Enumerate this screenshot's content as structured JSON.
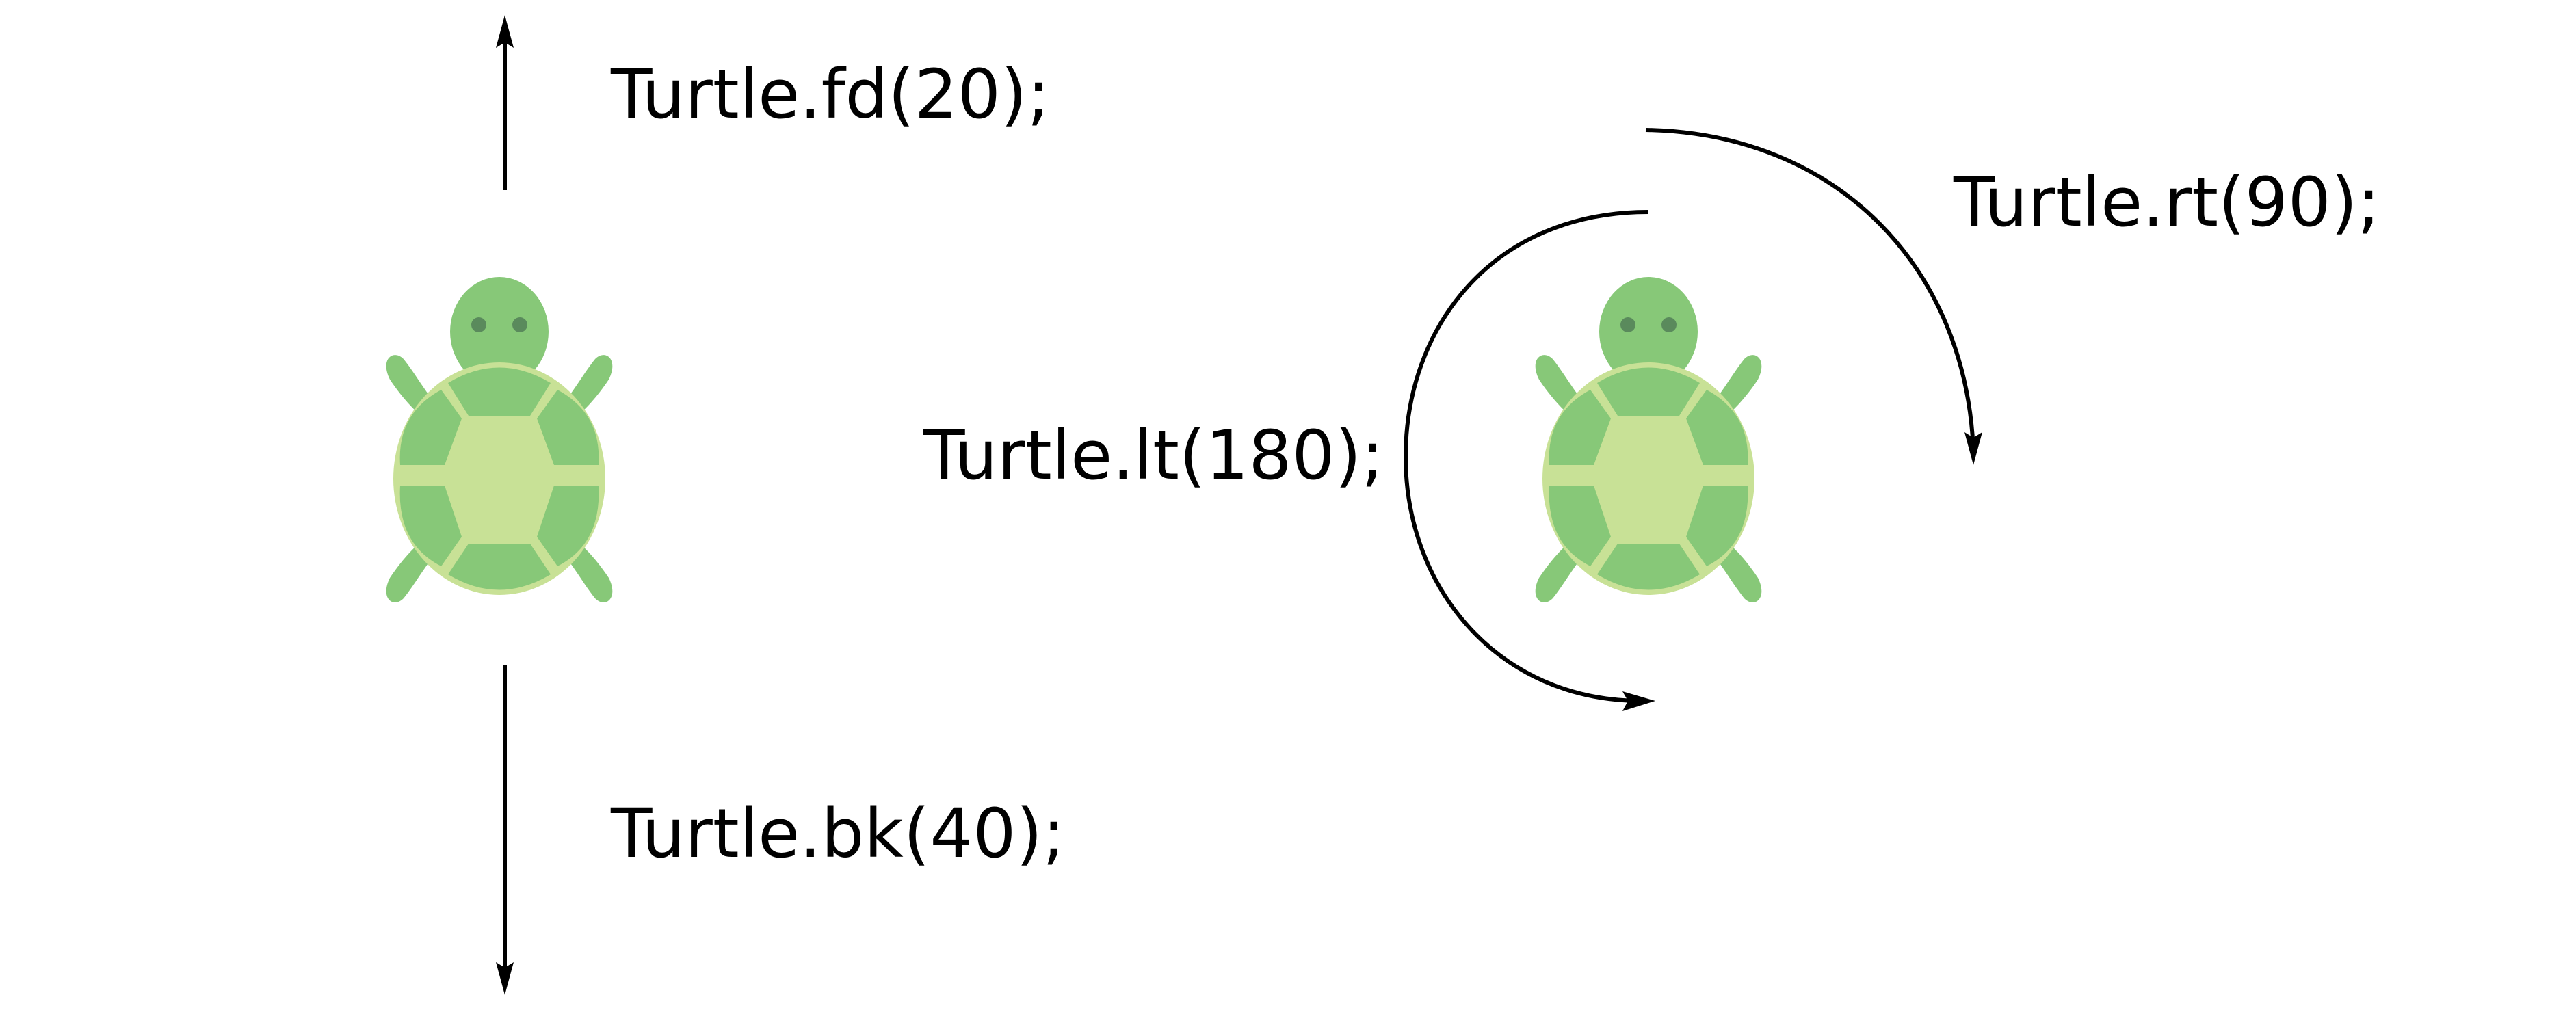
{
  "labels": {
    "forward": "Turtle.fd(20);",
    "backward": "Turtle.bk(40);",
    "left_turn": "Turtle.lt(180);",
    "right_turn": "Turtle.rt(90);"
  },
  "colors": {
    "background": "#ffffff",
    "ink": "#000000",
    "turtle_body": "#87c878",
    "turtle_shell_rim": "#c8e196",
    "turtle_shell_plate": "#87c878",
    "turtle_shell_center": "#c8e196",
    "turtle_eye": "#5a8a5c"
  },
  "icons": {
    "left_turtle": "turtle-icon",
    "right_turtle": "turtle-icon"
  }
}
